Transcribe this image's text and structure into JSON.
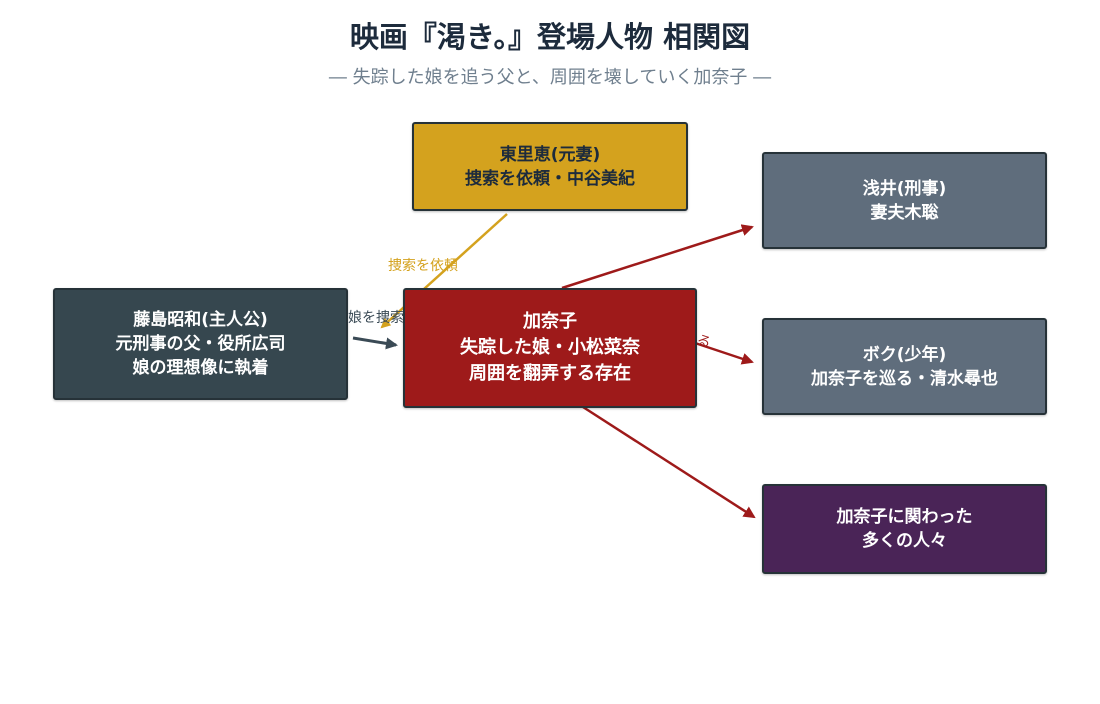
{
  "header": {
    "title": "映画『渇き。』登場人物 相関図",
    "subtitle": "― 失踪した娘を追う父と、周囲を壊していく加奈子 ―"
  },
  "colors": {
    "protagonist": "#36474f",
    "kanako": "#9e1a1a",
    "wife": "#d4a21e",
    "supporting": "#5f6d7c",
    "people": "#4a2457",
    "arrow_dark": "#3a4a55",
    "arrow_red": "#9e1a1a",
    "arrow_gold": "#d4a21e"
  },
  "nodes": {
    "wife": {
      "line1": "東里恵(元妻)",
      "line2": "捜索を依頼・中谷美紀"
    },
    "protagonist": {
      "line1": "藤島昭和(主人公)",
      "line2": "元刑事の父・役所広司",
      "line3": "娘の理想像に執着"
    },
    "kanako": {
      "line1": "加奈子",
      "line2": "失踪した娘・小松菜奈",
      "line3": "周囲を翻弄する存在"
    },
    "asai": {
      "line1": "浅井(刑事)",
      "line2": "妻夫木聡"
    },
    "boku": {
      "line1": "ボク(少年)",
      "line2": "加奈子を巡る・清水尋也"
    },
    "people": {
      "line1": "加奈子に関わった",
      "line2": "多くの人々"
    }
  },
  "edges": {
    "wife_label": "捜索を依頼",
    "protagonist_label": "娘を捜索",
    "boku_label_fragment": "る"
  }
}
